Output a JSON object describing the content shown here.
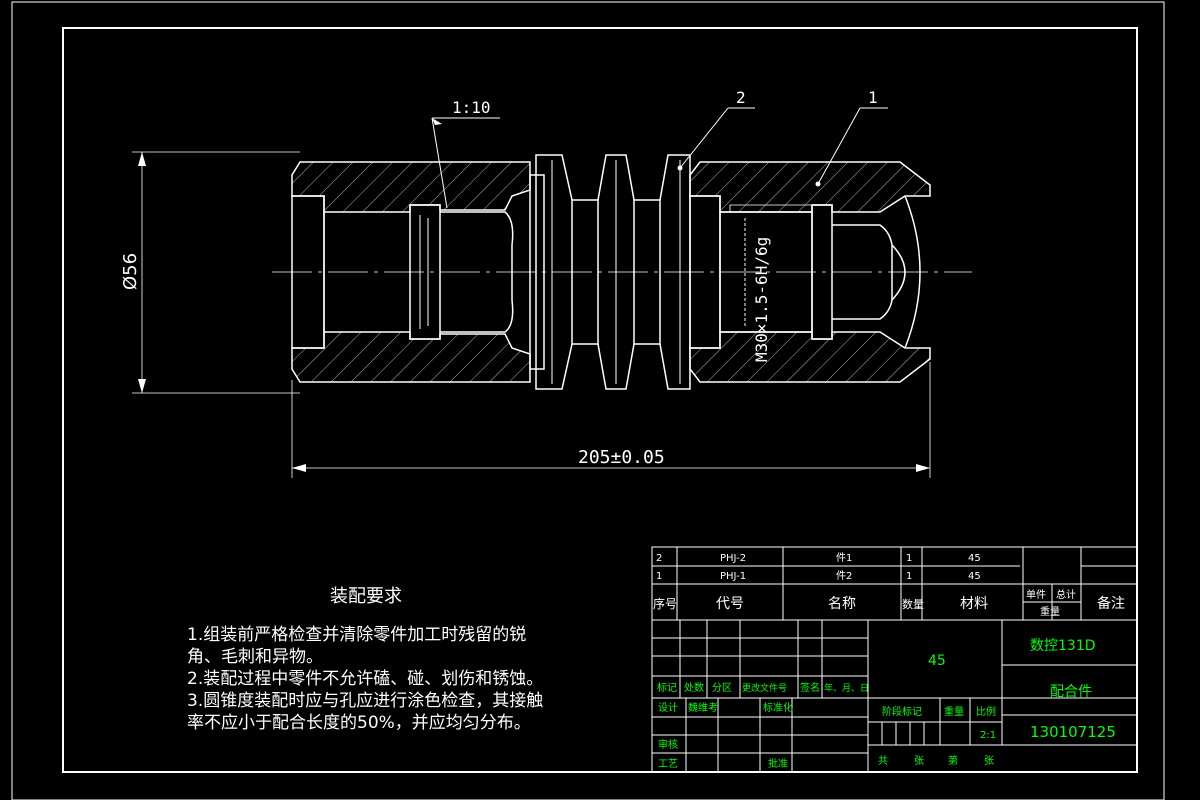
{
  "drawing": {
    "diameter_label": "Ø56",
    "taper_label": "1:10",
    "thread_label": "M30×1.5-6H/6g",
    "length_label": "205±0.05",
    "balloon_1": "1",
    "balloon_2": "2"
  },
  "requirements": {
    "title": "装配要求",
    "lines": [
      "1.组装前严格检查并清除零件加工时残留的锐",
      "角、毛刺和异物。",
      "2.装配过程中零件不允许磕、碰、划伤和锈蚀。",
      "3.圆锥度装配时应与孔应进行涂色检查，其接触",
      "率不应小于配合长度的50%，并应均匀分布。"
    ]
  },
  "bom": {
    "rows": [
      {
        "seq": "2",
        "code": "PHJ-2",
        "name": "件1",
        "qty": "1",
        "material": "45"
      },
      {
        "seq": "1",
        "code": "PHJ-1",
        "name": "件2",
        "qty": "1",
        "material": "45"
      }
    ],
    "header": {
      "seq": "序号",
      "code": "代号",
      "name": "名称",
      "qty": "数量",
      "material": "材料",
      "unit_weight": "单件",
      "total_weight": "总计",
      "weight": "重量",
      "remarks": "备注"
    }
  },
  "title_block": {
    "material": "45",
    "school": "数控131D",
    "part_name": "配合件",
    "drawing_no": "130107125",
    "scale": "2:1",
    "labels": {
      "mark": "标记",
      "count": "处数",
      "zone": "分区",
      "doc_no": "更改文件号",
      "signature": "签名",
      "date": "年、月、日",
      "design": "设计",
      "designer": "魏维考",
      "standardization": "标准化",
      "stage_mark": "阶段标记",
      "weight": "重量",
      "scale": "比例",
      "review": "审核",
      "process": "工艺",
      "approve": "批准",
      "total": "共",
      "sheets": "张",
      "page": "第",
      "sheet": "张"
    }
  }
}
